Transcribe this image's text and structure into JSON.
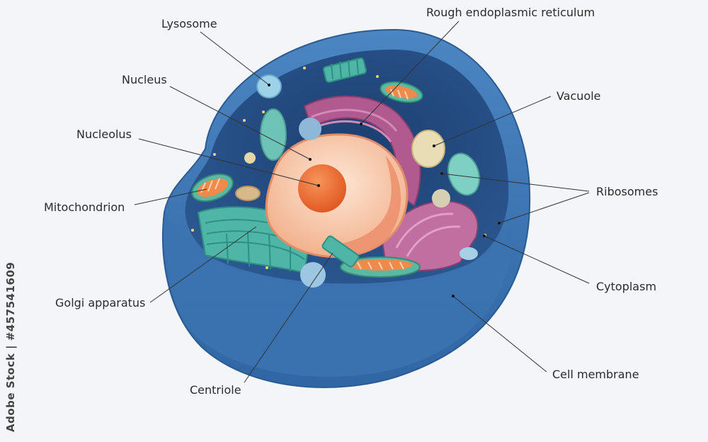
{
  "labels": {
    "lysosome": "Lysosome",
    "nucleus": "Nucleus",
    "nucleolus": "Nucleolus",
    "mitochondrion": "Mitochondrion",
    "golgi": "Golgi apparatus",
    "centriole": "Centriole",
    "rer": "Rough endoplasmic reticulum",
    "vacuole": "Vacuole",
    "ribosomes": "Ribosomes",
    "cytoplasm": "Cytoplasm",
    "cell_membrane": "Cell membrane"
  },
  "watermark": "Adobe Stock | #457541609",
  "colors": {
    "background": "#f3f5f8",
    "membrane": "#3f78b4",
    "cytoplasm": "#23497e",
    "nucleus": "#f6c3a4",
    "nucleolus": "#ef6a2e",
    "rer": "#b05a8f",
    "golgi": "#4fb6a7",
    "mitochondrion": "#f08a4b",
    "vacuole": "#e8ddb5"
  }
}
